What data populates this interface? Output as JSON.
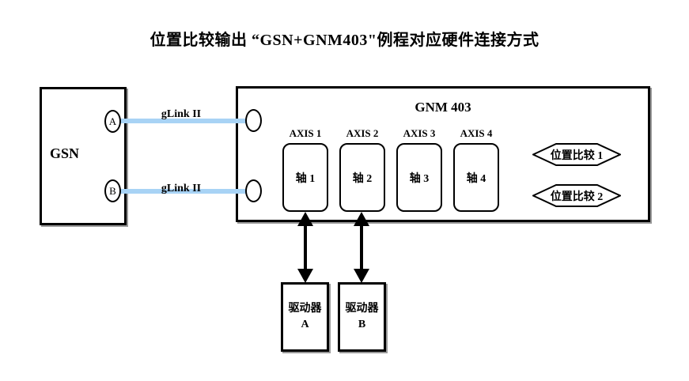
{
  "title": "位置比较输出 “GSN+GNM403\"例程对应硬件连接方式",
  "gsn": {
    "label": "GSN",
    "ports": [
      {
        "label": "A"
      },
      {
        "label": "B"
      }
    ]
  },
  "links": [
    {
      "label": "gLink II"
    },
    {
      "label": "gLink II"
    }
  ],
  "gnm": {
    "label": "GNM 403",
    "axes": [
      {
        "axis_label": "AXIS 1",
        "box_label": "轴  1"
      },
      {
        "axis_label": "AXIS 2",
        "box_label": "轴  2"
      },
      {
        "axis_label": "AXIS 3",
        "box_label": "轴  3"
      },
      {
        "axis_label": "AXIS 4",
        "box_label": "轴  4"
      }
    ],
    "compare_outputs": [
      {
        "label": "位置比较  1"
      },
      {
        "label": "位置比较  2"
      }
    ]
  },
  "drivers": [
    {
      "name_line": "驱动器",
      "id_line": "A"
    },
    {
      "name_line": "驱动器",
      "id_line": "B"
    }
  ],
  "colors": {
    "link_blue": "#A8D3F5",
    "outline_black": "#000000",
    "shadow_gray": "#999999",
    "background": "#FFFFFF"
  }
}
